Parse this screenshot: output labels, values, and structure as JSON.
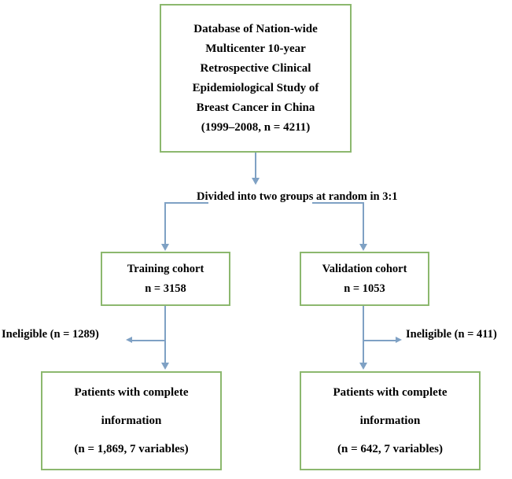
{
  "diagram": {
    "type": "flowchart",
    "title": "Study population flow diagram",
    "colors": {
      "box_border": "#8CB86E",
      "connector": "#7FA1C4",
      "text": "#000000",
      "background": "#FFFFFF"
    },
    "nodes": {
      "database": {
        "lines": [
          "Database of Nation-wide",
          "Multicenter 10-year",
          "Retrospective Clinical",
          "Epidemiological Study of",
          "Breast Cancer in China",
          "(1999–2008, n = 4211)"
        ]
      },
      "split_label": {
        "lines": [
          "Divided into two",
          "groups at",
          "random in 3:1"
        ]
      },
      "training_cohort": {
        "lines": [
          "Training cohort",
          "n = 3158"
        ]
      },
      "validation_cohort": {
        "lines": [
          "Validation cohort",
          "n = 1053"
        ]
      },
      "ineligible_left": {
        "text": "Ineligible (n = 1289)"
      },
      "ineligible_right": {
        "text": "Ineligible (n = 411)"
      },
      "complete_training": {
        "lines": [
          "Patients with complete",
          "information",
          "(n = 1,869, 7 variables)"
        ]
      },
      "complete_validation": {
        "lines": [
          "Patients with complete",
          "information",
          "(n = 642, 7 variables)"
        ]
      }
    }
  }
}
